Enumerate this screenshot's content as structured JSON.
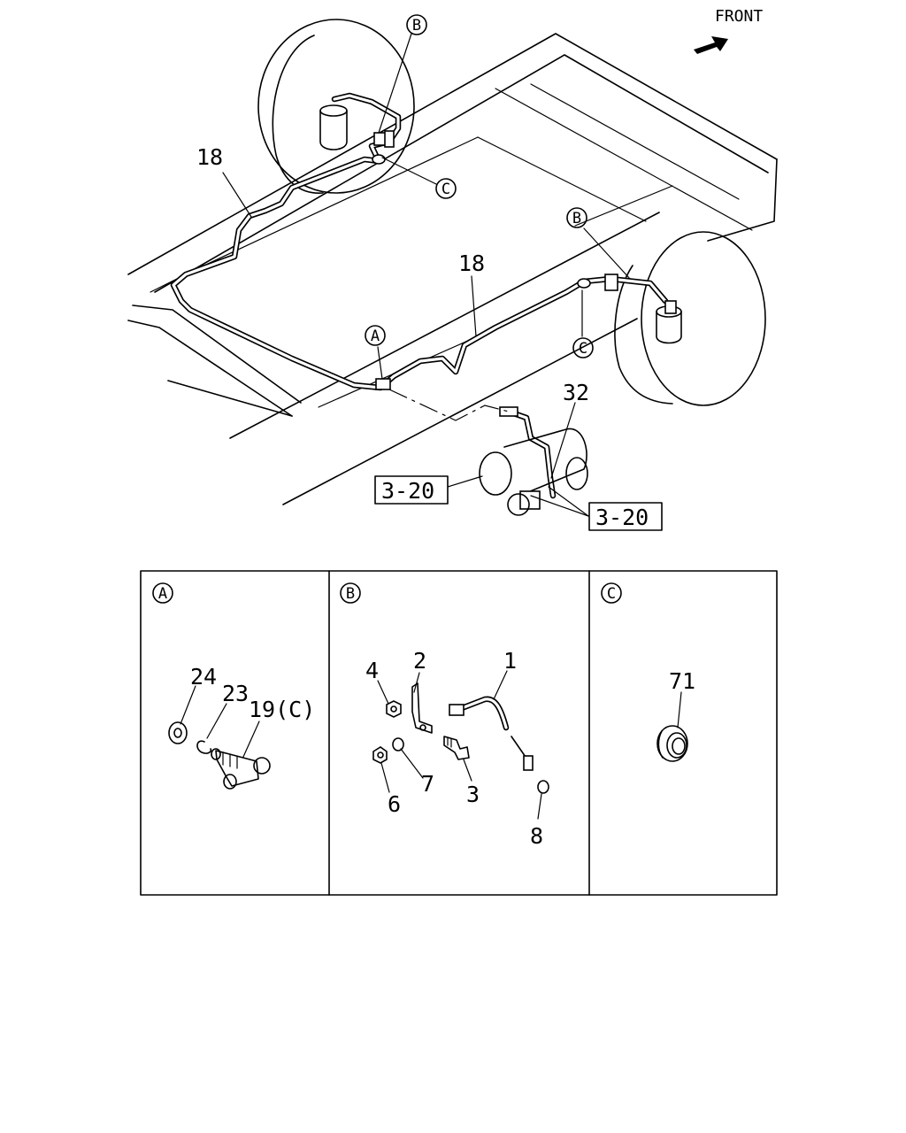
{
  "header": {
    "direction_label": "FRONT"
  },
  "main_view": {
    "callouts": {
      "pipe_front": "18",
      "pipe_rear": "18",
      "valve_assembly": "32",
      "ref_tank_left": "3-20",
      "ref_tank_right": "3-20"
    },
    "detail_markers": {
      "b_front": "B",
      "c_front": "C",
      "b_rear": "B",
      "c_rear": "C",
      "a_junction": "A"
    }
  },
  "detail_panels": [
    {
      "id": "A",
      "parts": [
        "24",
        "23",
        "19(C)"
      ]
    },
    {
      "id": "B",
      "parts": [
        "4",
        "2",
        "1",
        "6",
        "7",
        "3",
        "8"
      ]
    },
    {
      "id": "C",
      "parts": [
        "71"
      ]
    }
  ]
}
